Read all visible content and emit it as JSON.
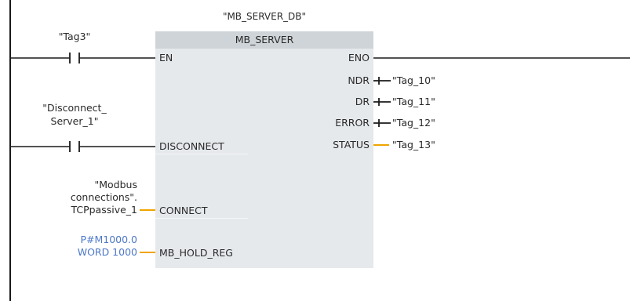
{
  "block": {
    "instance_db": "\"MB_SERVER_DB\"",
    "title": "MB_SERVER",
    "inputs": {
      "en": "EN",
      "disconnect": "DISCONNECT",
      "connect": "CONNECT",
      "mb_hold_reg": "MB_HOLD_REG"
    },
    "outputs": {
      "eno": "ENO",
      "ndr": "NDR",
      "dr": "DR",
      "error": "ERROR",
      "status": "STATUS"
    }
  },
  "contacts": {
    "tag3": "\"Tag3\"",
    "disconnect_line1": "\"Disconnect_",
    "disconnect_line2": "Server_1\""
  },
  "params": {
    "connect_line1": "\"Modbus",
    "connect_line2": "connections\".",
    "connect_line3": "TCPpassive_1",
    "hold_reg_line1": "P#M1000.0",
    "hold_reg_line2": "WORD 1000",
    "ndr_tag": "\"Tag_10\"",
    "dr_tag": "\"Tag_11\"",
    "error_tag": "\"Tag_12\"",
    "status_tag": "\"Tag_13\""
  },
  "colors": {
    "wire": "#1a1a1a",
    "param_line": "#f0a500",
    "block_header": "#cfd4d8",
    "block_body": "#e6e9ec",
    "pointer_text": "#4d78c8"
  }
}
